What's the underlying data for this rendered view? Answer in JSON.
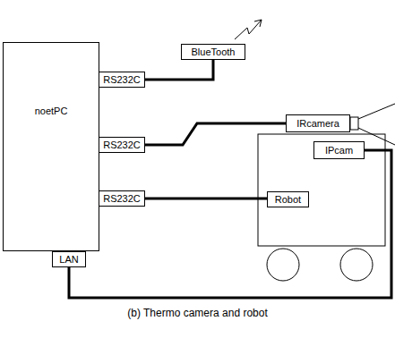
{
  "diagram": {
    "caption": "(b) Thermo camera and robot",
    "nodes": [
      {
        "text": [
          "noetPC"
        ]
      },
      {
        "text": [
          "RS232C"
        ]
      },
      {
        "text": [
          "RS232C"
        ]
      },
      {
        "text": [
          "RS232C"
        ]
      },
      {
        "text": [
          "LAN"
        ]
      },
      {
        "text": [
          "BlueTooth"
        ]
      },
      {
        "text": [
          "IRcamera"
        ]
      },
      {
        "text": [
          "IPcam"
        ]
      },
      {
        "text": [
          "Robot"
        ]
      }
    ],
    "edges": [
      {
        "from": 1,
        "to": 5,
        "arrow": "none"
      },
      {
        "from": 2,
        "to": 6,
        "arrow": "none"
      },
      {
        "from": 3,
        "to": 8,
        "arrow": "none"
      },
      {
        "from": 4,
        "to": 7,
        "arrow": "none"
      }
    ]
  }
}
